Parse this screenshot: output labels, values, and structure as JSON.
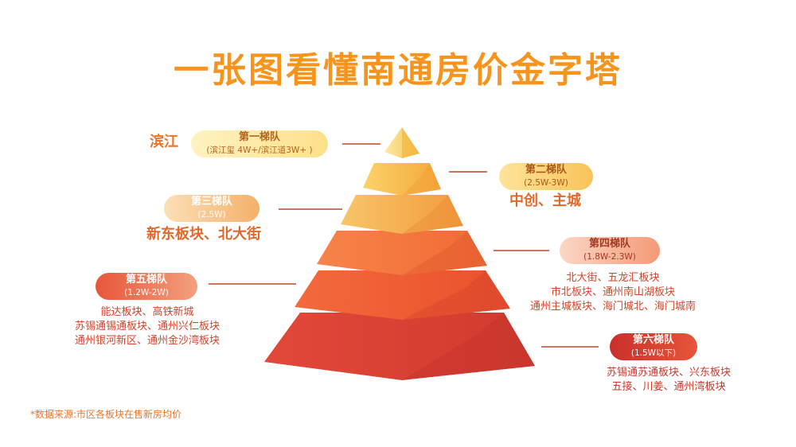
{
  "title": "一张图看懂南通房价金字塔",
  "footnote": "*数据来源:市区各板块在售新房均价",
  "colors": {
    "title": "#f7941d",
    "line": "#c0452a"
  },
  "tiers": [
    {
      "name": "第一梯队",
      "price": "(滨江玺 4W+/滨江道3W+ )",
      "areas": [
        "滨江"
      ]
    },
    {
      "name": "第二梯队",
      "price": "(2.5W-3W)",
      "areas": [
        "中创、主城"
      ]
    },
    {
      "name": "第三梯队",
      "price": "(2.5W)",
      "areas": [
        "新东板块、北大街"
      ]
    },
    {
      "name": "第四梯队",
      "price": "(1.8W-2.3W)",
      "areas": [
        "北大街、五龙汇板块",
        "市北板块、通州南山湖板块",
        "通州主城板块、海门城北、海门城南"
      ]
    },
    {
      "name": "第五梯队",
      "price": "(1.2W-2W)",
      "areas": [
        "能达板块、高铁新城",
        "苏锡通锡通板块、通州兴仁板块",
        "通州银河新区、通州金沙湾板块"
      ]
    },
    {
      "name": "第六梯队",
      "price": "(1.5W以下)",
      "areas": [
        "苏锡通苏通板块、兴东板块",
        "五接、川姜、通州湾板块"
      ]
    }
  ]
}
